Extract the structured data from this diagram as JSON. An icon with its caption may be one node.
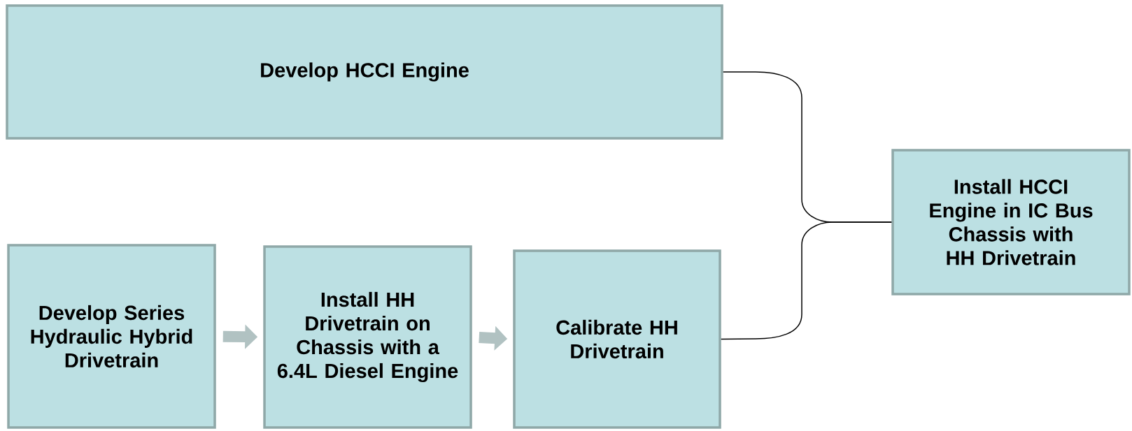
{
  "diagram": {
    "nodes": [
      {
        "text": [
          "Develop HCCI Engine"
        ]
      },
      {
        "text": [
          "Develop Series Hydraulic Hybrid Drivetrain"
        ]
      },
      {
        "text": [
          "Install HH Drivetrain on Chassis with a 6.4L Diesel Engine"
        ]
      },
      {
        "text": [
          "Calibrate HH Drivetrain"
        ]
      },
      {
        "text": [
          "Install HCCI Engine in IC Bus Chassis with HH Drivetrain"
        ]
      }
    ],
    "edges": [
      {
        "from": 1,
        "to": 2,
        "arrow": "to",
        "style": "thick"
      },
      {
        "from": 2,
        "to": 3,
        "arrow": "to",
        "style": "thick"
      },
      {
        "from": 0,
        "to": 4,
        "arrow": "none",
        "color": "#000000"
      },
      {
        "from": 3,
        "to": 4,
        "arrow": "none",
        "color": "#000000"
      }
    ]
  }
}
